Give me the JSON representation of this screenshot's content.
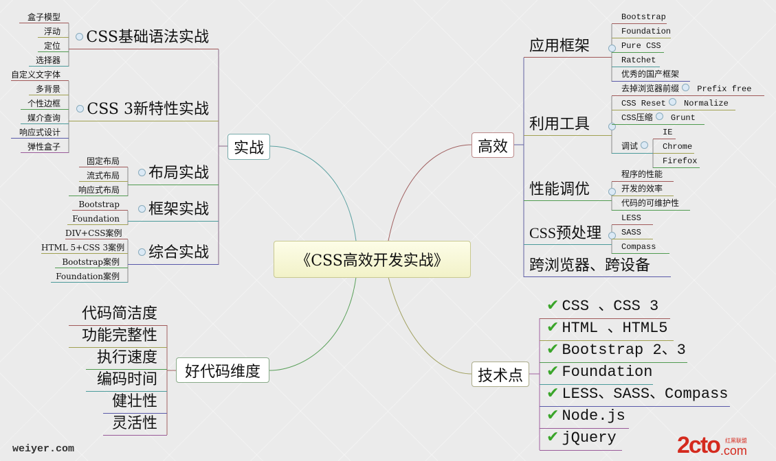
{
  "center": "《CSS高效开发实战》",
  "shizhan": {
    "label": "实战",
    "children": [
      {
        "label": "CSS基础语法实战",
        "leaves": [
          "盒子模型",
          "浮动",
          "定位",
          "选择器"
        ]
      },
      {
        "label": "CSS  3新特性实战",
        "leaves": [
          "自定义文字体",
          "多背景",
          "个性边框",
          "媒介查询",
          "响应式设计",
          "弹性盒子"
        ]
      },
      {
        "label": "布局实战",
        "leaves": [
          "固定布局",
          "流式布局",
          "响应式布局"
        ]
      },
      {
        "label": "框架实战",
        "leaves": [
          "Bootstrap",
          "Foundation"
        ]
      },
      {
        "label": "综合实战",
        "leaves": [
          "DIV+CSS案例",
          "HTML 5+CSS 3案例",
          "Bootstrap案例",
          "Foundation案例"
        ]
      }
    ]
  },
  "haodaima": {
    "label": "好代码维度",
    "leaves": [
      "代码简洁度",
      "功能完整性",
      "执行速度",
      "编码时间",
      "健壮性",
      "灵活性"
    ]
  },
  "gaoxiao": {
    "label": "高效",
    "children": [
      {
        "label": "应用框架",
        "leaves": [
          "Bootstrap",
          "Foundation",
          "Pure CSS",
          "Ratchet",
          "优秀的国产框架"
        ]
      },
      {
        "label": "利用工具",
        "leaves": [
          {
            "label": "去掉浏览器前缀",
            "child": "Prefix free"
          },
          {
            "label": "CSS Reset",
            "child": "Normalize"
          },
          {
            "label": "CSS压缩",
            "child": "Grunt"
          },
          {
            "label": "调试",
            "children": [
              "IE",
              "Chrome",
              "Firefox"
            ]
          }
        ]
      },
      {
        "label": "性能调优",
        "leaves": [
          "程序的性能",
          "开发的效率",
          "代码的可维护性"
        ]
      },
      {
        "label": "CSS预处理",
        "leaves": [
          "LESS",
          "SASS",
          "Compass"
        ]
      },
      {
        "label": "跨浏览器、跨设备"
      }
    ]
  },
  "jishudian": {
    "label": "技术点",
    "check_icon": "checkmark-icon",
    "leaves": [
      "CSS 、CSS 3",
      "HTML 、HTML5",
      "Bootstrap 2、3",
      "Foundation",
      "LESS、SASS、Compass",
      "Node.js",
      "jQuery"
    ]
  },
  "watermarks": {
    "left": "weiyer.com",
    "logo": "2cto",
    "logo_suffix": ".com",
    "logo_cn": "红黑联盟"
  },
  "colors": {
    "check": "#3aa52a",
    "logo": "#d42a1e"
  }
}
